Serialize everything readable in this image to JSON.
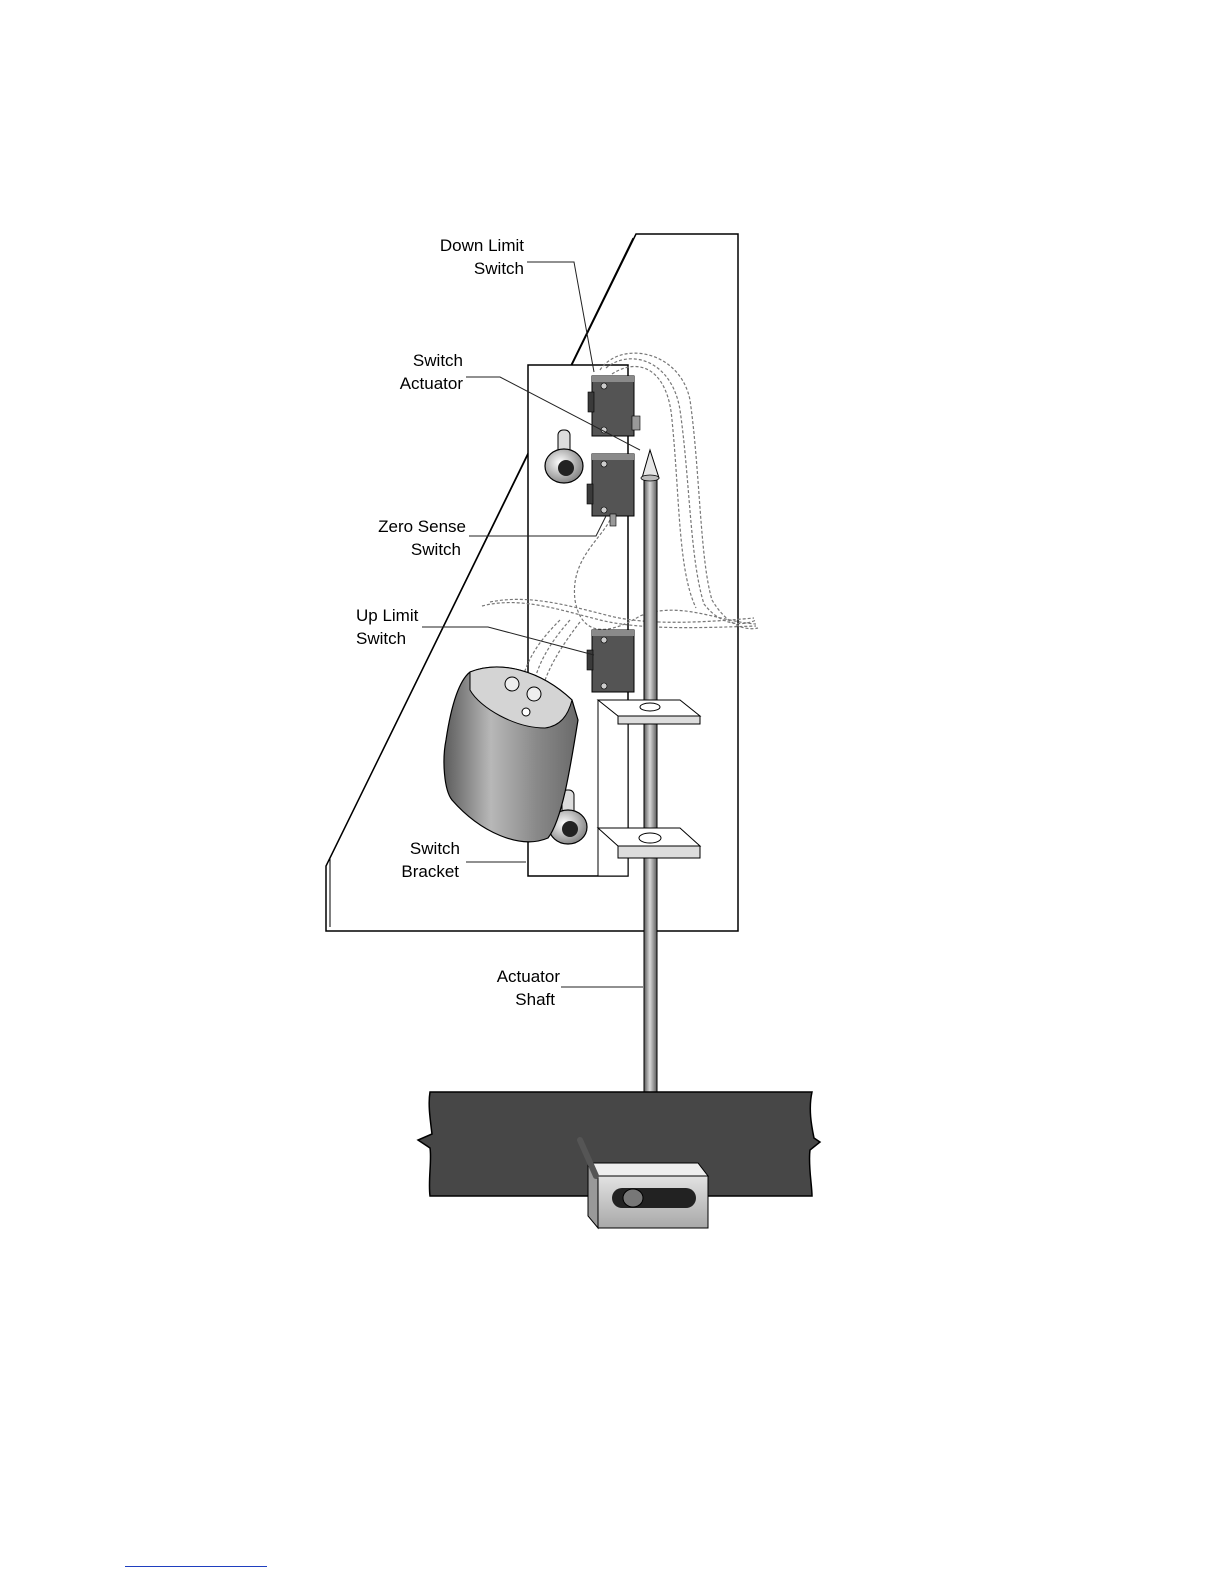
{
  "labels": {
    "down_limit_switch": [
      "Down Limit",
      "Switch"
    ],
    "switch_actuator": [
      "Switch",
      "Actuator"
    ],
    "zero_sense_switch": [
      "Zero Sense",
      "Switch"
    ],
    "up_limit_switch": [
      "Up Limit",
      "Switch"
    ],
    "switch_bracket": [
      "Switch",
      "Bracket"
    ],
    "actuator_shaft": [
      "Actuator",
      "Shaft"
    ]
  },
  "colors": {
    "line": "#000000",
    "switch_body": "#555555",
    "beam": "#4a4a4a",
    "shaft": "#9a9a9a",
    "footer_rule": "#1f3fbf"
  }
}
